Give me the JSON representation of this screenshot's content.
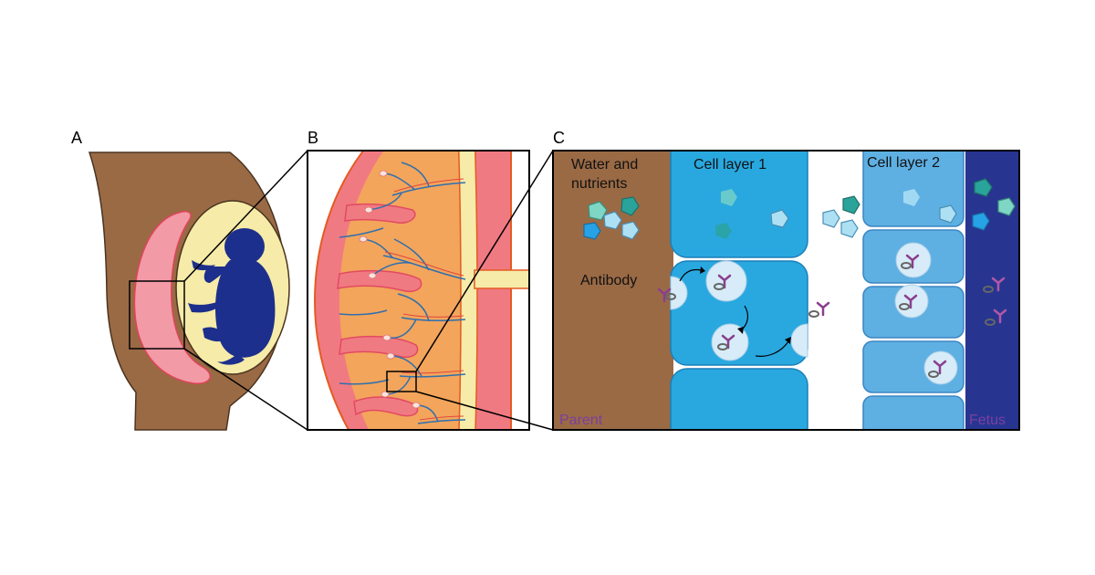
{
  "panels": {
    "a": {
      "letter": "A"
    },
    "b": {
      "letter": "B"
    },
    "c": {
      "letter": "C"
    }
  },
  "labels": {
    "water_line1": "Water and",
    "water_line2": "nutrients",
    "cell_layer_1": "Cell layer 1",
    "cell_layer_2": "Cell layer 2",
    "antibody": "Antibody",
    "parent": "Parent",
    "fetus": "Fetus"
  },
  "colors": {
    "parent_brown": "#9a6a45",
    "placenta_pink": "#f29aa6",
    "amniotic_yellow": "#f6eba8",
    "fetus_blue": "#1d2f8c",
    "cell_layer_1": "#29a8e0",
    "cell_layer_2": "#5eb0e3",
    "fetus_dark": "#273591",
    "label_purple": "#7b3f9e",
    "antibody_purple": "#8b3e8e"
  }
}
